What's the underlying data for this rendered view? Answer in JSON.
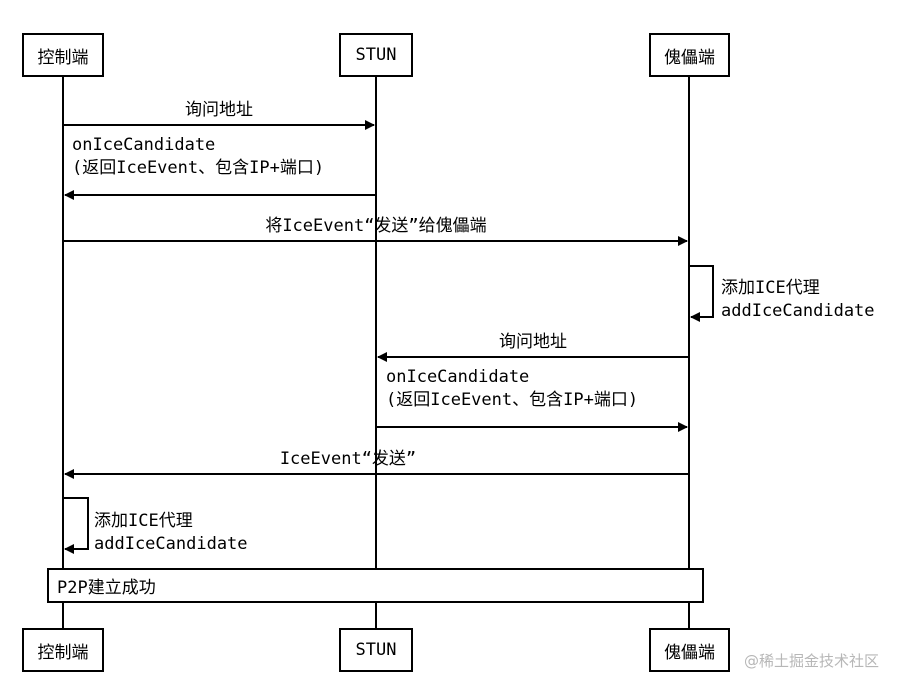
{
  "participants": {
    "controller": "控制端",
    "stun": "STUN",
    "puppet": "傀儡端"
  },
  "messages": {
    "m1": "询问地址",
    "m2": "onIceCandidate\n(返回IceEvent、包含IP+端口)",
    "m3": "将IceEvent“发送”给傀儡端",
    "m4": "添加ICE代理\naddIceCandidate",
    "m5": "询问地址",
    "m6": "onIceCandidate\n(返回IceEvent、包含IP+端口)",
    "m7": "IceEvent“发送”",
    "m8": "添加ICE代理\naddIceCandidate"
  },
  "note": "P2P建立成功",
  "watermark": "@稀土掘金技术社区"
}
